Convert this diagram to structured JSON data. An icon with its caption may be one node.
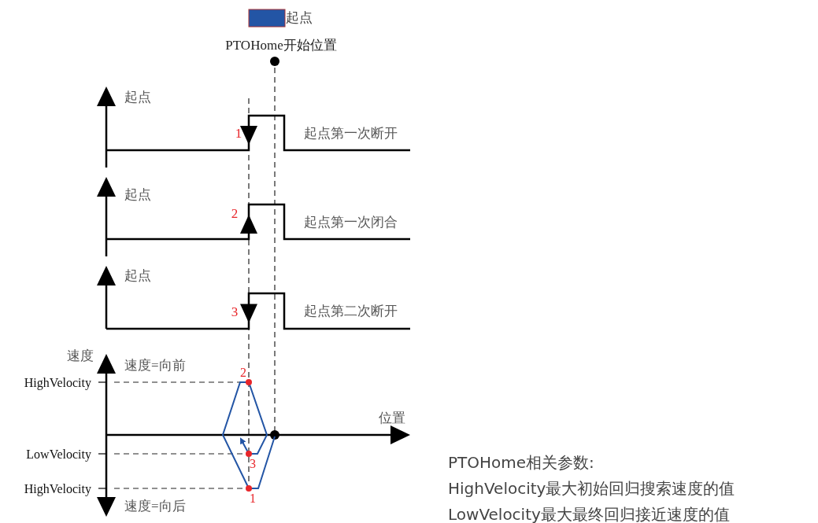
{
  "diagram": {
    "labels": [
      "PTOHome开始位置",
      "起点",
      "1",
      "起点第一次断开",
      "起点",
      "2",
      "起点第一次闭合",
      "起点",
      "3",
      "起点第二次断开",
      "速度",
      "速度=向前",
      "HighVelocity",
      "2",
      "位置",
      "LowVelocity",
      "3",
      "HighVelocity",
      "1",
      "速度=向后",
      "PTOHome相关参数:",
      "HighVelocity最大初始回归搜索速度的值",
      "LowVelocity最大最终回归接近速度的值"
    ],
    "legend": [
      {
        "text": "起点",
        "color": "#2355a5"
      }
    ]
  }
}
